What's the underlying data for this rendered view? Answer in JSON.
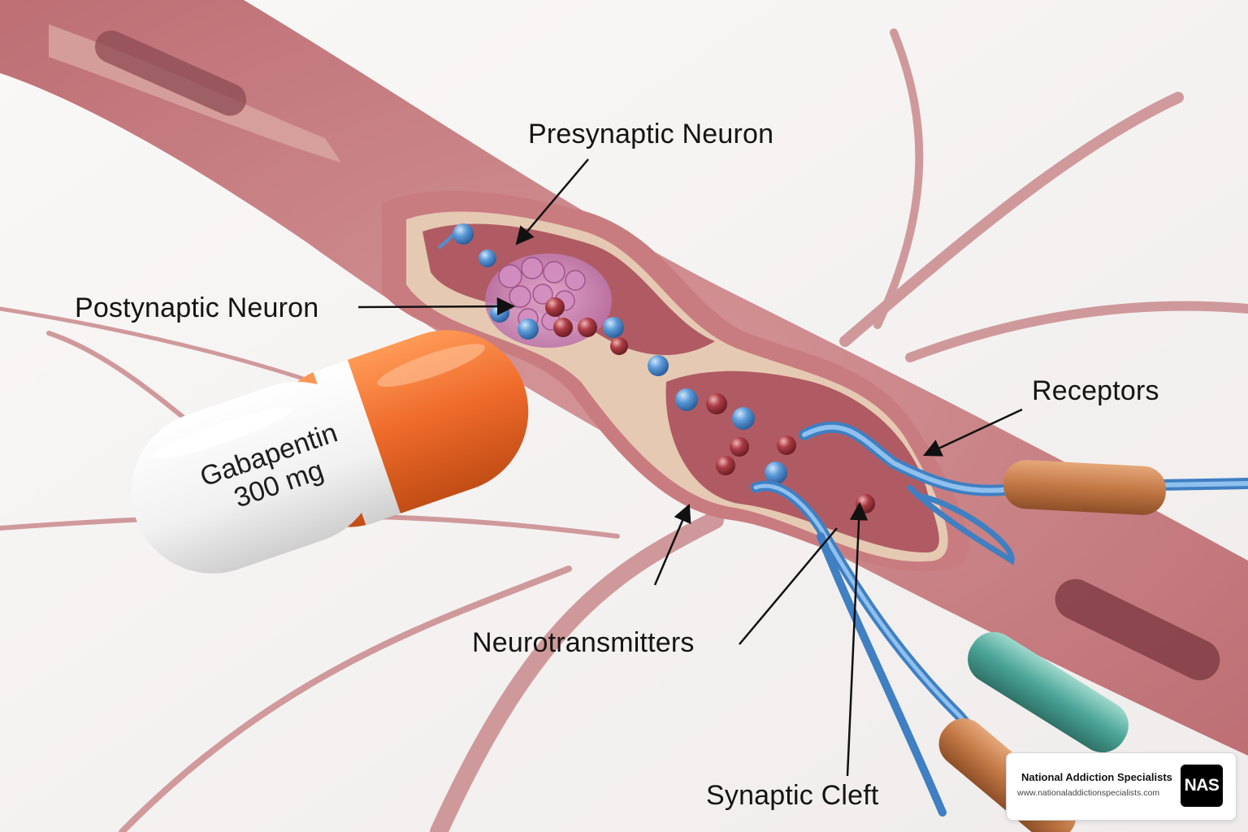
{
  "labels": {
    "presynaptic": "Presynaptic Neuron",
    "postsynaptic": "Postynaptic Neuron",
    "receptors": "Receptors",
    "neurotransmitters": "Neurotransmitters",
    "synaptic_cleft": "Synaptic Cleft"
  },
  "capsule": {
    "line1": "Gabapentin",
    "line2": "300 mg"
  },
  "brand": {
    "name": "National Addiction Specialists",
    "url": "www.nationaladdictionspecialists.com",
    "logo": "NAS"
  },
  "colors": {
    "tissue": "#c98184",
    "membrane": "#e6c9b3",
    "capsule_orange": "#ee6a2a",
    "capsule_white": "#f7f7f7",
    "vesicle_red": "#a8363f",
    "vesicle_blue": "#4f8fd0"
  }
}
